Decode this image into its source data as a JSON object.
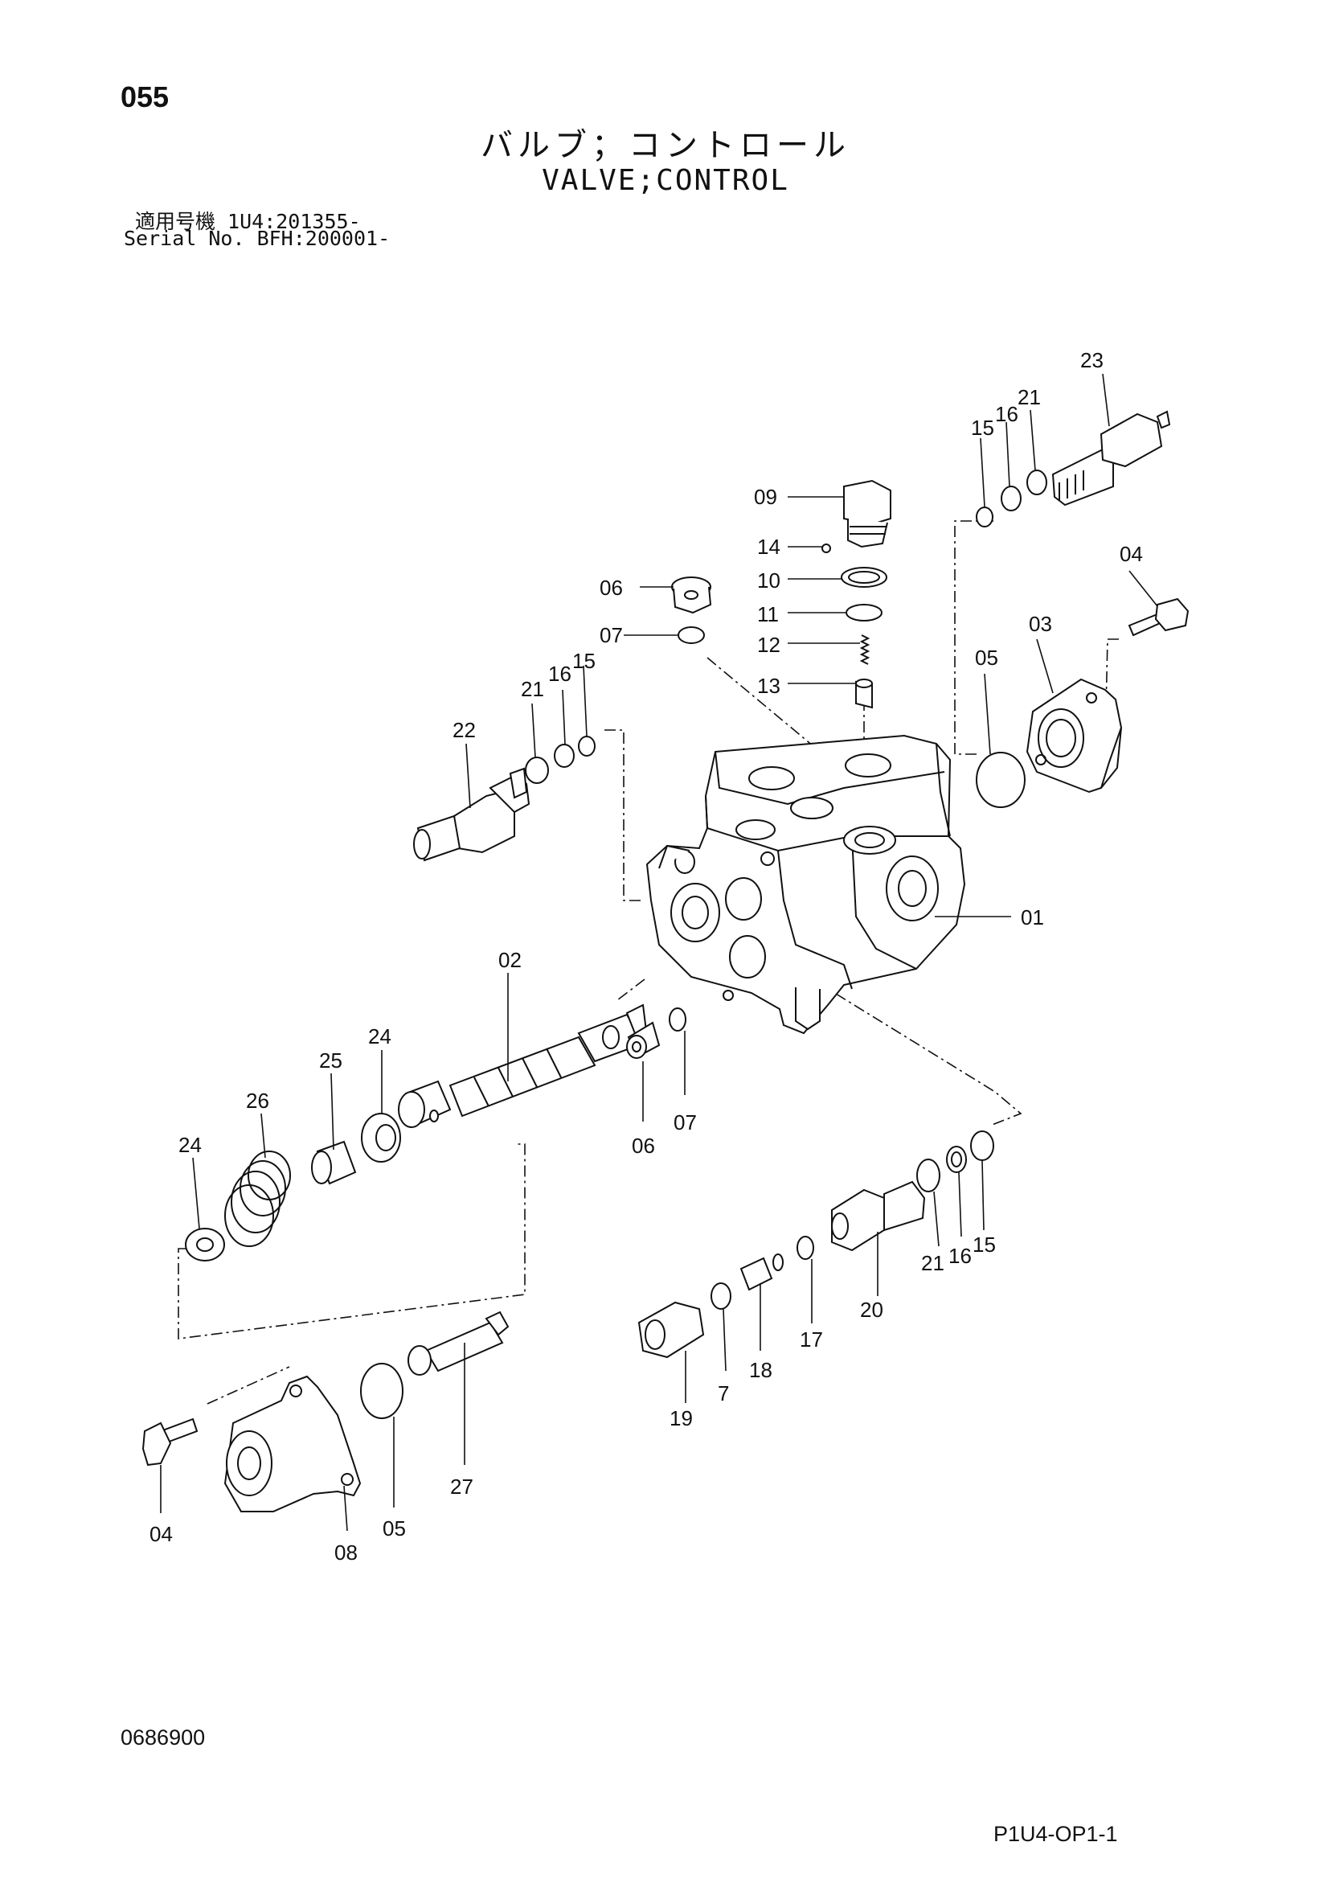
{
  "header": {
    "page_number": "055",
    "title_ja": "バルブ；コントロール",
    "title_en": "VALVE;CONTROL",
    "serial_line_1": "適用号機  1U4:201355-",
    "serial_line_2": "Serial No. BFH:200001-"
  },
  "footer": {
    "doc_number": "0686900",
    "page_code": "P1U4-OP1-1"
  },
  "callouts": {
    "c01": "01",
    "c02": "02",
    "c03": "03",
    "c04a": "04",
    "c04b": "04",
    "c05a": "05",
    "c05b": "05",
    "c06a": "06",
    "c06b": "06",
    "c07a": "07",
    "c07b": "07",
    "c7": "7",
    "c08": "08",
    "c09": "09",
    "c10": "10",
    "c11": "11",
    "c12": "12",
    "c13": "13",
    "c14": "14",
    "c15a": "15",
    "c15b": "15",
    "c15c": "15",
    "c16a": "16",
    "c16b": "16",
    "c16c": "16",
    "c17": "17",
    "c18": "18",
    "c19": "19",
    "c20": "20",
    "c21a": "21",
    "c21b": "21",
    "c21c": "21",
    "c22": "22",
    "c23": "23",
    "c24a": "24",
    "c24b": "24",
    "c25": "25",
    "c26": "26",
    "c27": "27"
  }
}
